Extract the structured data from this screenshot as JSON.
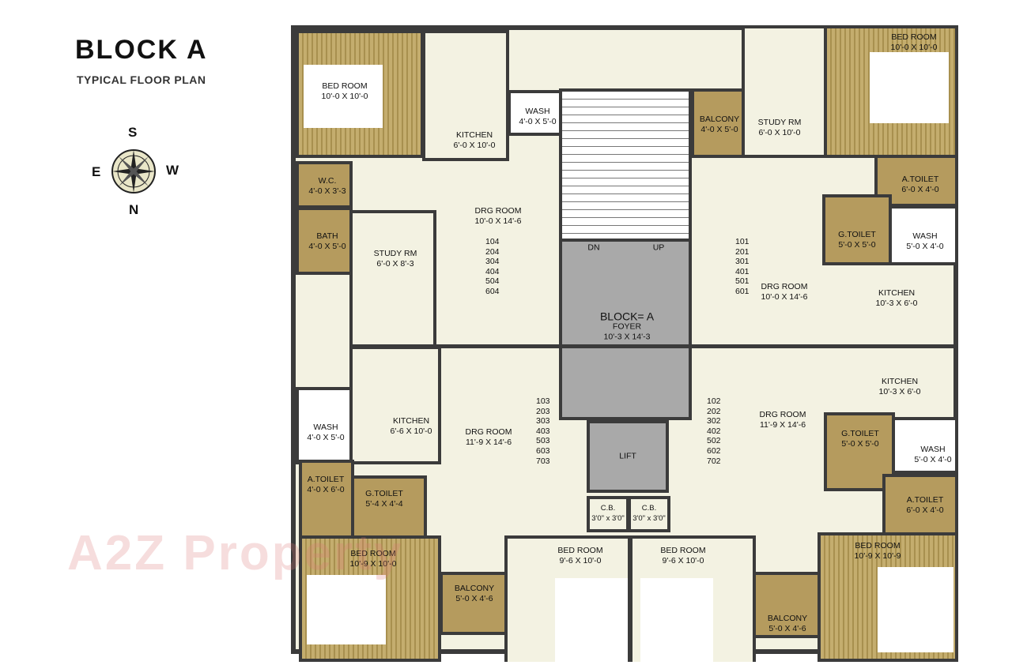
{
  "header": {
    "title": "BLOCK  A",
    "subtitle": "TYPICAL FLOOR PLAN"
  },
  "compass": {
    "top": "S",
    "bottom": "N",
    "left": "E",
    "right": "W",
    "icon": "compass-rose-icon"
  },
  "watermark": "A2Z Property",
  "colors": {
    "wall": "#3b3b3b",
    "floor": "#f3f2e2",
    "wet_area": "#b59b5e",
    "core": "#a9a9a9"
  },
  "core": {
    "block": "BLOCK= A",
    "foyer": "FOYER",
    "foyer_size": "10'-3 X 14'-3",
    "dn": "DN",
    "up": "UP",
    "lift": "LIFT",
    "cb1": {
      "name": "C.B.",
      "size": "3'0\" x 3'0\""
    },
    "cb2": {
      "name": "C.B.",
      "size": "3'0\" x 3'0\""
    }
  },
  "units": {
    "tl": {
      "numbers": [
        "104",
        "204",
        "304",
        "404",
        "504",
        "604"
      ],
      "bed": {
        "name": "BED ROOM",
        "size": "10'-0 X 10'-0"
      },
      "kitchen": {
        "name": "KITCHEN",
        "size": "6'-0 X 10'-0"
      },
      "wash": {
        "name": "WASH",
        "size": "4'-0 X 5'-0"
      },
      "wc": {
        "name": "W.C.",
        "size": "4'-0 X 3'-3"
      },
      "bath": {
        "name": "BATH",
        "size": "4'-0 X 5'-0"
      },
      "study": {
        "name": "STUDY RM",
        "size": "6'-0 X 8'-3"
      },
      "drg": {
        "name": "DRG ROOM",
        "size": "10'-0 X 14'-6"
      }
    },
    "tr": {
      "numbers": [
        "101",
        "201",
        "301",
        "401",
        "501",
        "601"
      ],
      "balcony": {
        "name": "BALCONY",
        "size": "4'-0 X 5'-0"
      },
      "study": {
        "name": "STUDY RM",
        "size": "6'-0 X 10'-0"
      },
      "bed": {
        "name": "BED ROOM",
        "size": "10'-0 X 10'-0"
      },
      "atoilet": {
        "name": "A.TOILET",
        "size": "6'-0 X 4'-0"
      },
      "gtoilet": {
        "name": "G.TOILET",
        "size": "5'-0 X 5'-0"
      },
      "wash": {
        "name": "WASH",
        "size": "5'-0 X 4'-0"
      },
      "drg": {
        "name": "DRG ROOM",
        "size": "10'-0 X 14'-6"
      },
      "kitchen": {
        "name": "KITCHEN",
        "size": "10'-3 X 6'-0"
      }
    },
    "bl": {
      "numbers": [
        "103",
        "203",
        "303",
        "403",
        "503",
        "603",
        "703"
      ],
      "kitchen": {
        "name": "KITCHEN",
        "size": "6'-6 X 10'-0"
      },
      "wash": {
        "name": "WASH",
        "size": "4'-0 X 5'-0"
      },
      "atoilet": {
        "name": "A.TOILET",
        "size": "4'-0 X 6'-0"
      },
      "gtoilet": {
        "name": "G.TOILET",
        "size": "5'-4 X 4'-4"
      },
      "bed": {
        "name": "BED ROOM",
        "size": "10'-9 X 10'-0"
      },
      "balcony": {
        "name": "BALCONY",
        "size": "5'-0 X 4'-6"
      },
      "drg": {
        "name": "DRG ROOM",
        "size": "11'-9 X 14'-6"
      },
      "bed2": {
        "name": "BED ROOM",
        "size": "9'-6 X 10'-0"
      }
    },
    "br": {
      "numbers": [
        "102",
        "202",
        "302",
        "402",
        "502",
        "602",
        "702"
      ],
      "drg": {
        "name": "DRG ROOM",
        "size": "11'-9 X 14'-6"
      },
      "kitchen": {
        "name": "KITCHEN",
        "size": "10'-3 X 6'-0"
      },
      "gtoilet": {
        "name": "G.TOILET",
        "size": "5'-0 X 5'-0"
      },
      "wash": {
        "name": "WASH",
        "size": "5'-0 X 4'-0"
      },
      "atoilet": {
        "name": "A.TOILET",
        "size": "6'-0 X 4'-0"
      },
      "bed": {
        "name": "BED ROOM",
        "size": "10'-9 X 10'-9"
      },
      "balcony": {
        "name": "BALCONY",
        "size": "5'-0 X 4'-6"
      },
      "bed2": {
        "name": "BED ROOM",
        "size": "9'-6 X 10'-0"
      }
    }
  }
}
